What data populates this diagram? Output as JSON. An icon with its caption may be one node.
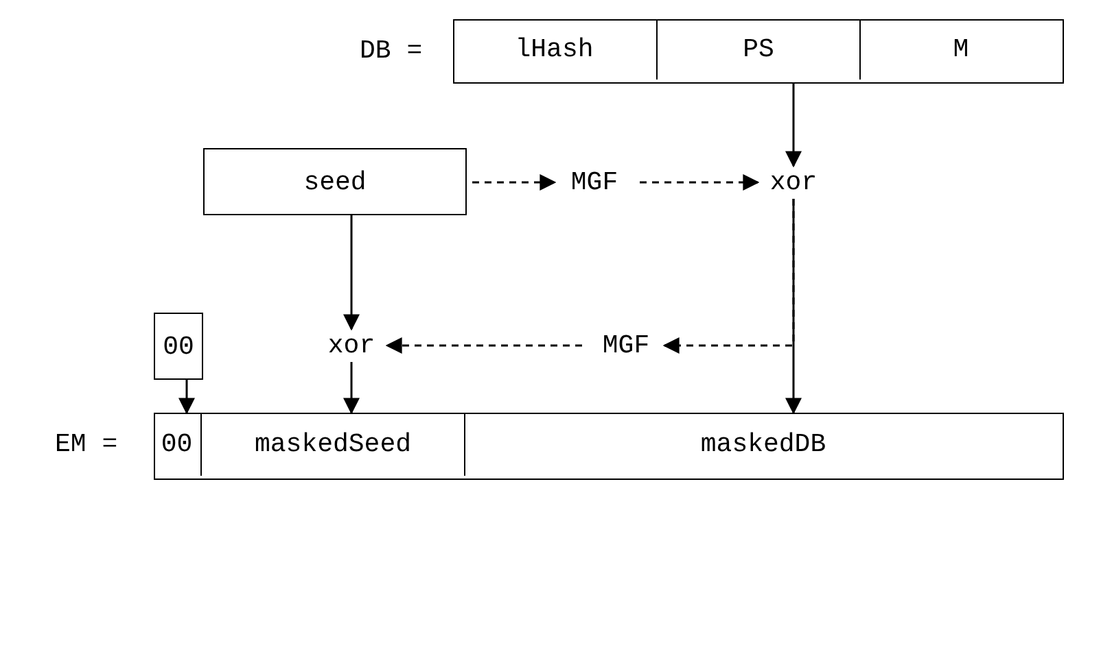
{
  "diagram": {
    "nodes": [
      {
        "text": [],
        "shape": "box",
        "beside": [
          "DB ="
        ]
      },
      {
        "text": [
          "lHash"
        ],
        "in": 0
      },
      {
        "text": [
          "PS"
        ],
        "in": 0
      },
      {
        "text": [
          "M"
        ],
        "in": 0
      },
      {
        "text": [
          "seed"
        ]
      },
      {
        "text": [
          "MGF"
        ]
      },
      {
        "text": [
          "xor"
        ]
      },
      {
        "text": [
          "00"
        ]
      },
      {
        "text": [
          "xor"
        ]
      },
      {
        "text": [
          "MGF"
        ]
      },
      {
        "text": [],
        "shape": "box",
        "beside": [
          "EM ="
        ]
      },
      {
        "text": [
          "00"
        ],
        "in": 10
      },
      {
        "text": [
          "maskedSeed"
        ],
        "in": 10
      },
      {
        "text": [
          "maskedDB"
        ],
        "in": 10
      }
    ],
    "edges": [
      {
        "from": 0,
        "to": 6,
        "arrow": "to"
      },
      {
        "from": 4,
        "to": 5,
        "arrow": "to",
        "style": "dashed"
      },
      {
        "from": 5,
        "to": 6,
        "arrow": "to",
        "style": "dashed"
      },
      {
        "from": 6,
        "to": 13,
        "arrow": "to"
      },
      {
        "from": 6,
        "to": 9,
        "arrow": "to",
        "style": "dashed"
      },
      {
        "from": 9,
        "to": 8,
        "arrow": "to",
        "style": "dashed"
      },
      {
        "from": 4,
        "to": 8,
        "arrow": "to"
      },
      {
        "from": 7,
        "to": 11,
        "arrow": "to"
      },
      {
        "from": 8,
        "to": 12,
        "arrow": "to"
      }
    ]
  }
}
